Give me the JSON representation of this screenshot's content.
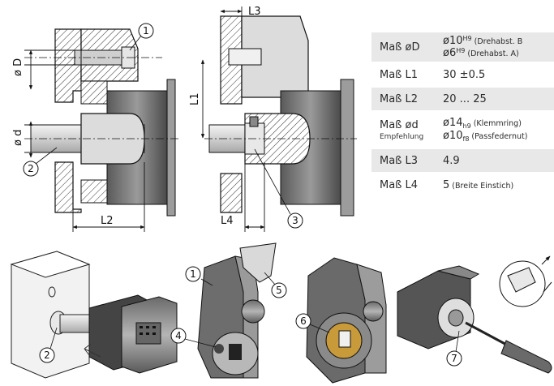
{
  "dimensions": {
    "d_big": "ø D",
    "d_small": "ø d",
    "l1": "L1",
    "l2": "L2",
    "l3": "L3",
    "l4": "L4"
  },
  "callouts": [
    "1",
    "2",
    "3",
    "4",
    "5",
    "6",
    "7"
  ],
  "table": {
    "rows": [
      {
        "key": "Maß øD",
        "lines": [
          {
            "main": "ø10",
            "sup": "H9",
            "rest": " (Drehabst. B"
          },
          {
            "main": "ø6",
            "sup": "H9",
            "rest": " (Drehabst. A)"
          }
        ]
      },
      {
        "key": "Maß L1",
        "lines": [
          {
            "main": "30 ±0.5"
          }
        ]
      },
      {
        "key": "Maß L2",
        "lines": [
          {
            "main": "20 ... 25"
          }
        ]
      },
      {
        "key": "Maß ød",
        "sub": "Empfehlung",
        "lines": [
          {
            "main": "ø14",
            "subscript": "h9",
            "rest": " (Klemmring)"
          },
          {
            "main": "ø10",
            "subscript": "f8",
            "rest": " (Passfedernut)"
          }
        ]
      },
      {
        "key": "Maß L3",
        "lines": [
          {
            "main": "4.9"
          }
        ]
      },
      {
        "key": "Maß L4",
        "lines": [
          {
            "main": "5",
            "rest": " (Breite Einstich)"
          }
        ]
      }
    ]
  }
}
